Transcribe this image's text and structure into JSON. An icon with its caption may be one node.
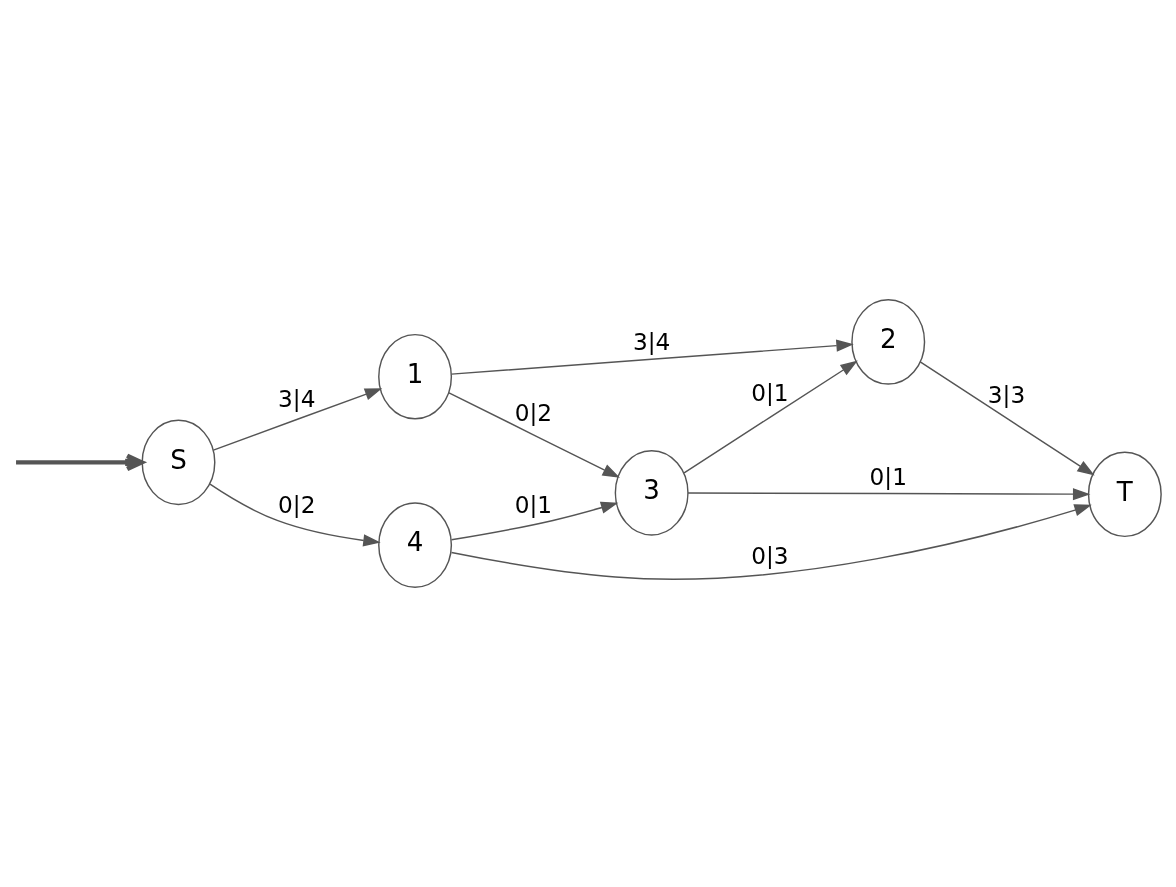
{
  "diagram": {
    "nodes": [
      {
        "text": [
          "S"
        ]
      },
      {
        "text": [
          "1"
        ]
      },
      {
        "text": [
          "2"
        ]
      },
      {
        "text": [
          "3"
        ]
      },
      {
        "text": [
          "4"
        ]
      },
      {
        "text": [
          "T"
        ]
      }
    ],
    "edges": [
      {
        "from": null,
        "to": 0,
        "arrow": "to",
        "style": "thick"
      },
      {
        "from": 0,
        "to": 1,
        "arrow": "to",
        "label": "3|4"
      },
      {
        "from": 0,
        "to": 4,
        "arrow": "to",
        "label": "0|2"
      },
      {
        "from": 1,
        "to": 2,
        "arrow": "to",
        "label": "3|4"
      },
      {
        "from": 1,
        "to": 3,
        "arrow": "to",
        "label": "0|2"
      },
      {
        "from": 3,
        "to": 2,
        "arrow": "to",
        "label": "0|1"
      },
      {
        "from": 2,
        "to": 5,
        "arrow": "to",
        "label": "3|3"
      },
      {
        "from": 3,
        "to": 5,
        "arrow": "to",
        "label": "0|1"
      },
      {
        "from": 4,
        "to": 3,
        "arrow": "to",
        "label": "0|1"
      },
      {
        "from": 4,
        "to": 5,
        "arrow": "to",
        "label": "0|3"
      }
    ]
  }
}
